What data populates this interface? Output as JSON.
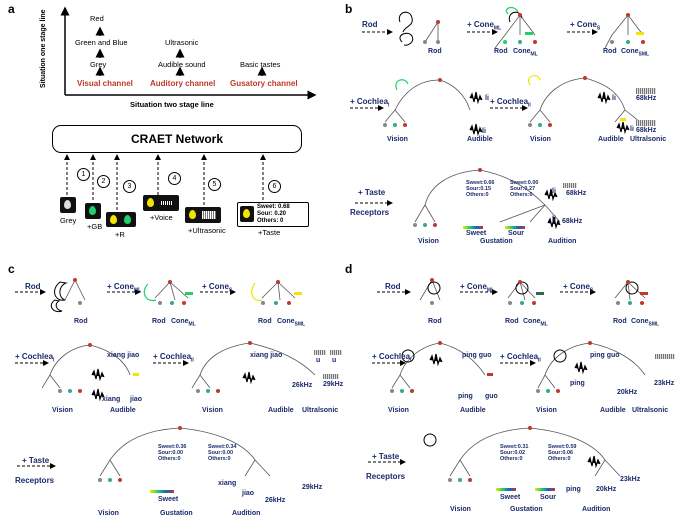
{
  "panels": {
    "a": "a",
    "b": "b",
    "c": "c",
    "d": "d"
  },
  "a": {
    "y_axis": "Situation one stage line",
    "x_axis": "Situation two stage line",
    "channels": [
      "Visual channel",
      "Auditory channel",
      "Gusatory channel"
    ],
    "visual_levels": [
      "Grey",
      "Green and Blue",
      "Red"
    ],
    "auditory_levels": [
      "Audible sound",
      "Ultrasonic"
    ],
    "gustatory_levels": [
      "Basic tastes"
    ],
    "network": "CRAET Network",
    "steps": [
      "1",
      "2",
      "3",
      "4",
      "5",
      "6"
    ],
    "step_labels": [
      "Grey",
      "+GB",
      "+R",
      "+Voice",
      "+Ultrasonic",
      "+Taste"
    ],
    "taste_box": {
      "sweet": "Sweet: 0.68",
      "sour": "Sour:    0.20",
      "others": "Others: 0"
    }
  },
  "b": {
    "add_rod": "Rod",
    "add_cone_ml": "+ Cone",
    "ml": "ML",
    "add_cone_s": "+ Cone",
    "s": "S",
    "rod": "Rod",
    "cone_ml": "Cone",
    "sml": "SML",
    "add_cochlea_i": "+ Cochlea",
    "i": "I",
    "add_cochlea_ii": "+ Cochlea",
    "ii": "II",
    "vision": "Vision",
    "audible": "Audible",
    "ultrasonic": "Ultralsonic",
    "li": "li",
    "khz": "68kHz",
    "add_taste": "+ Taste",
    "receptors": "Receptors",
    "sweet_box": [
      "Sweet:0.66",
      "Sour:0.15",
      "Others:0"
    ],
    "sour_box": [
      "Sweet:0.00",
      "Sour:0.27",
      "Others:0"
    ],
    "sweet": "Sweet",
    "sour": "Sour",
    "gustation": "Gustation",
    "audition": "Audition"
  },
  "c": {
    "rod": "Rod",
    "cone_ml": "Cone",
    "ml": "ML",
    "sml": "SML",
    "s": "S",
    "add_cone": "+ Cone",
    "add_cochlea": "+ Cochlea",
    "i": "I",
    "ii": "II",
    "xiang_jiao": "xiang jiao",
    "xiang": "xiang",
    "jiao": "jiao",
    "u1": "u",
    "u2": "u",
    "khz": "29kHz",
    "khz2": "26kHz",
    "vision": "Vision",
    "audible": "Audible",
    "ultrasonic": "Ultralsonic",
    "add_taste": "+ Taste",
    "receptors": "Receptors",
    "sweet_box": [
      "Sweet:0.36",
      "Sour:0.00",
      "Others:0"
    ],
    "sweet_box2": [
      "Sweet:0.34",
      "Sour:0.00",
      "Others:0"
    ],
    "sweet": "Sweet",
    "gustation": "Gustation",
    "audition": "Audition"
  },
  "d": {
    "rod": "Rod",
    "cone_ml": "Cone",
    "ml": "ML",
    "sml": "SML",
    "s": "S",
    "add_cone": "+ Cone",
    "add_cochlea": "+ Cochlea",
    "i": "I",
    "ii": "II",
    "ping_guo": "ping guo",
    "ping": "ping",
    "guo": "guo",
    "khz": "23kHz",
    "khz2": "20kHz",
    "vision": "Vision",
    "audible": "Audible",
    "ultrasonic": "Ultralsonic",
    "add_taste": "+ Taste",
    "receptors": "Receptors",
    "sweet_box": [
      "Sweet:0.31",
      "Sour:0.02",
      "Others:0"
    ],
    "sour_box": [
      "Sweet:0.59",
      "Sour:0.06",
      "Others:0"
    ],
    "sweet": "Sweet",
    "sour": "Sour",
    "gustation": "Gustation",
    "audition": "Audition"
  },
  "colors": {
    "red": "#c0392b",
    "navy": "#1a2a6c",
    "green": "#1fd16a",
    "yellow": "#f2e600"
  }
}
